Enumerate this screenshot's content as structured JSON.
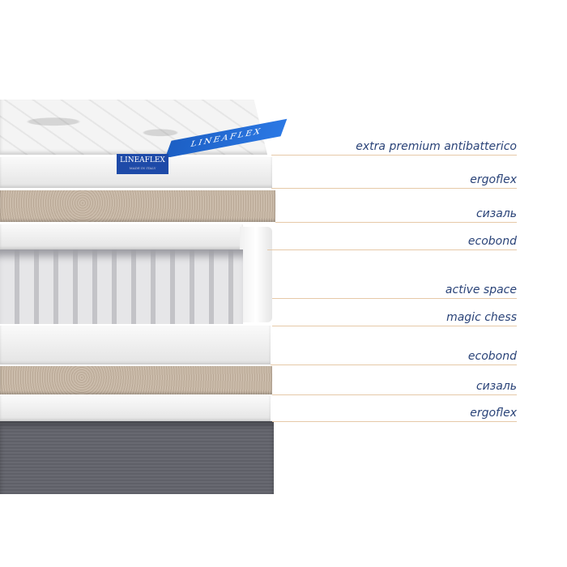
{
  "brand": {
    "logo_text": "LINEAFLEX",
    "logo_subtext": "MADE IN ITALY"
  },
  "layers": [
    {
      "label": "extra premium antibatterico"
    },
    {
      "label": "ergoflex"
    },
    {
      "label": "сизаль"
    },
    {
      "label": "ecobond"
    },
    {
      "label": "active space"
    },
    {
      "label": "magic chess"
    },
    {
      "label": "ecobond"
    },
    {
      "label": "сизаль"
    },
    {
      "label": "ergoflex"
    }
  ],
  "colors": {
    "label": "#2a4378",
    "leader_line": "#e6c9a8",
    "logo": "#1e4aa8"
  }
}
